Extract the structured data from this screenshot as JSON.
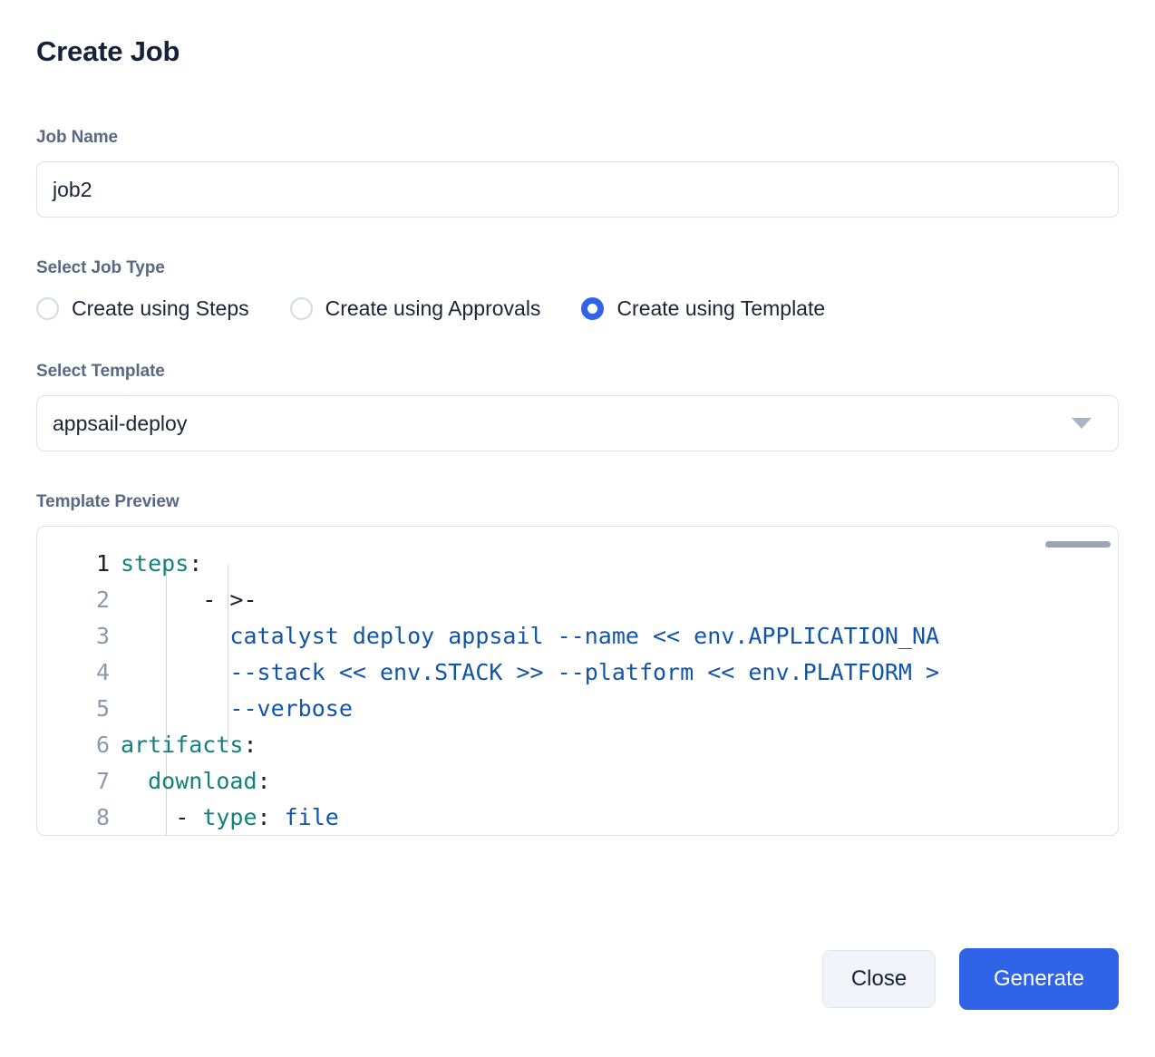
{
  "dialog": {
    "title": "Create Job"
  },
  "job_name": {
    "label": "Job Name",
    "value": "job2",
    "placeholder": "Job Name"
  },
  "job_type": {
    "label": "Select Job Type",
    "options": [
      {
        "label": "Create using Steps",
        "selected": false
      },
      {
        "label": "Create using Approvals",
        "selected": false
      },
      {
        "label": "Create using Template",
        "selected": true
      }
    ]
  },
  "template": {
    "label": "Select Template",
    "value": "appsail-deploy",
    "caret_icon": "chevron-down-icon"
  },
  "preview": {
    "label": "Template Preview",
    "lines": [
      {
        "no": "1",
        "active": true,
        "text": "steps:"
      },
      {
        "no": "2",
        "active": false,
        "text": "      - >-"
      },
      {
        "no": "3",
        "active": false,
        "text": "        catalyst deploy appsail --name << env.APPLICATION_NA"
      },
      {
        "no": "4",
        "active": false,
        "text": "        --stack << env.STACK >> --platform << env.PLATFORM >"
      },
      {
        "no": "5",
        "active": false,
        "text": "        --verbose"
      },
      {
        "no": "6",
        "active": false,
        "text": "artifacts:"
      },
      {
        "no": "7",
        "active": false,
        "text": "  download:"
      },
      {
        "no": "8",
        "active": false,
        "text": "    - type: file"
      }
    ]
  },
  "footer": {
    "close_label": "Close",
    "generate_label": "Generate"
  },
  "colors": {
    "accent": "#2f63e8",
    "label": "#5a6882",
    "text": "#1b2435",
    "yaml_key": "#12807c",
    "yaml_value": "#1155a8",
    "border": "#dde2ec"
  }
}
